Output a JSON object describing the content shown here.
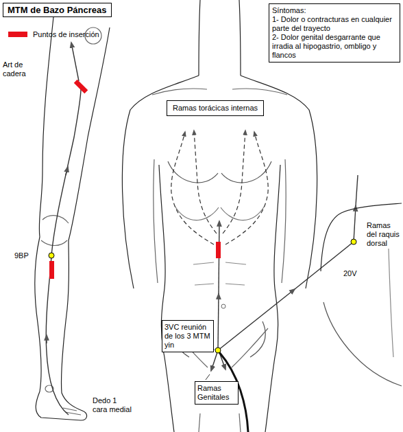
{
  "diagram": {
    "title": "MTM de Bazo Páncreas",
    "nodes": [
      {
        "text": [
          "Síntomas:",
          "1- Dolor o contracturas en cualquier parte del trayecto",
          "2- Dolor genital desgarrante que irradia al hipogastrio, ombligo y flancos"
        ]
      },
      {
        "text": [
          "Ramas torácicas internas"
        ]
      },
      {
        "text": [
          "3VC reunión de los 3 MTM yin"
        ]
      },
      {
        "text": [
          "Ramas Genitales"
        ]
      }
    ],
    "labels": [
      "Art de cadera",
      "9BP",
      "Dedo 1 cara medial",
      "Ramas del raquis dorsal",
      "20V"
    ],
    "legend": [
      {
        "text": "Puntos de inserción",
        "color": "#e8101a"
      }
    ]
  }
}
